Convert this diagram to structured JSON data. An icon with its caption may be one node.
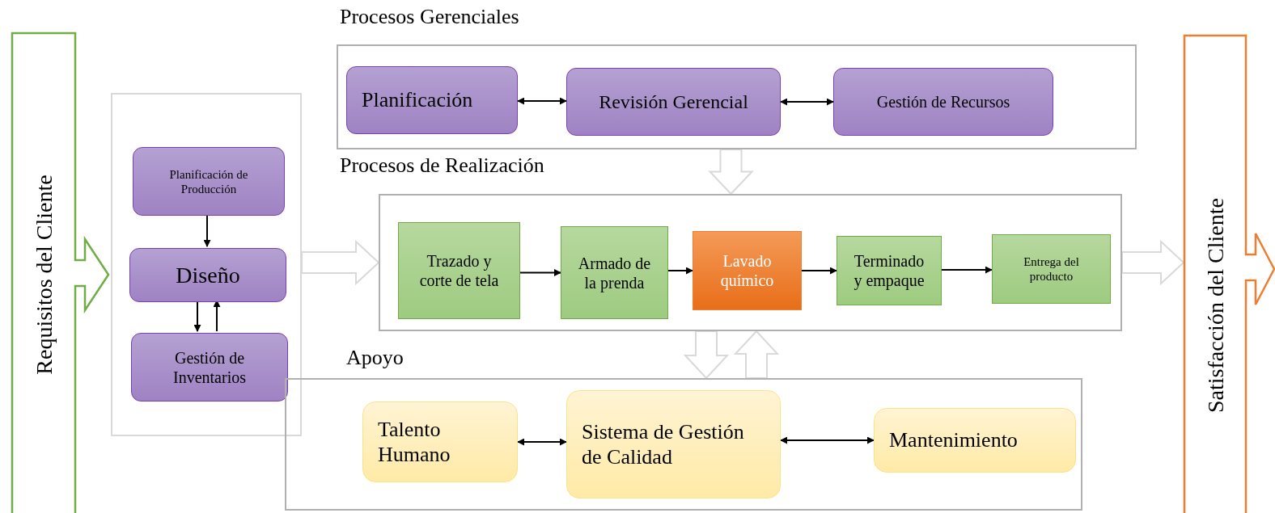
{
  "diagram": {
    "nodes": [
      {
        "text": [
          "Requisitos del Cliente"
        ]
      },
      {
        "text": [],
        "shape": "box"
      },
      {
        "text": [
          "Planificación de Producción"
        ],
        "in": 1
      },
      {
        "text": [
          "Diseño"
        ],
        "in": 1
      },
      {
        "text": [
          "Gestión de Inventarios"
        ],
        "in": 1
      },
      {
        "text": [
          "Procesos Gerenciales"
        ]
      },
      {
        "text": [
          "Planificación"
        ],
        "in": 5
      },
      {
        "text": [
          "Revisión Gerencial"
        ],
        "in": 5
      },
      {
        "text": [
          "Gestión de Recursos"
        ],
        "in": 5
      },
      {
        "text": [
          "Procesos de Realización"
        ]
      },
      {
        "text": [
          "Trazado y corte de tela"
        ],
        "in": 9
      },
      {
        "text": [
          "Armado de la prenda"
        ],
        "in": 9
      },
      {
        "text": [
          "Lavado químico"
        ],
        "in": 9
      },
      {
        "text": [
          "Terminado y empaque"
        ],
        "in": 9
      },
      {
        "text": [
          "Entrega del producto"
        ],
        "in": 9
      },
      {
        "text": [
          "Apoyo"
        ]
      },
      {
        "text": [
          "Talento Humano"
        ],
        "in": 15
      },
      {
        "text": [
          "Sistema de Gestión de Calidad"
        ],
        "in": 15
      },
      {
        "text": [
          "Mantenimiento"
        ],
        "in": 15
      },
      {
        "text": [
          "Satisfacción del Cliente"
        ]
      }
    ],
    "edges": [
      {
        "from": 2,
        "to": 3,
        "arrow": "to"
      },
      {
        "from": 3,
        "to": 4,
        "arrow": "to"
      },
      {
        "from": 4,
        "to": 3,
        "arrow": "to"
      },
      {
        "from": 6,
        "to": 7,
        "arrow": "both"
      },
      {
        "from": 7,
        "to": 8,
        "arrow": "both"
      },
      {
        "from": 10,
        "to": 11,
        "arrow": "to"
      },
      {
        "from": 11,
        "to": 12,
        "arrow": "to"
      },
      {
        "from": 12,
        "to": 13,
        "arrow": "to"
      },
      {
        "from": 13,
        "to": 14,
        "arrow": "to"
      },
      {
        "from": 16,
        "to": 17,
        "arrow": "both"
      },
      {
        "from": 17,
        "to": 18,
        "arrow": "both"
      },
      {
        "from": 1,
        "to": 9,
        "arrow": "to",
        "style": "thick",
        "color": "#d9d9d9"
      },
      {
        "from": 9,
        "to": 19,
        "arrow": "to",
        "style": "thick",
        "color": "#d9d9d9"
      },
      {
        "from": 5,
        "to": 9,
        "arrow": "to",
        "style": "thick",
        "color": "#d9d9d9"
      },
      {
        "from": 9,
        "to": 15,
        "arrow": "to",
        "style": "thick",
        "color": "#d9d9d9"
      },
      {
        "from": 15,
        "to": 9,
        "arrow": "to",
        "style": "thick",
        "color": "#d9d9d9"
      }
    ]
  }
}
